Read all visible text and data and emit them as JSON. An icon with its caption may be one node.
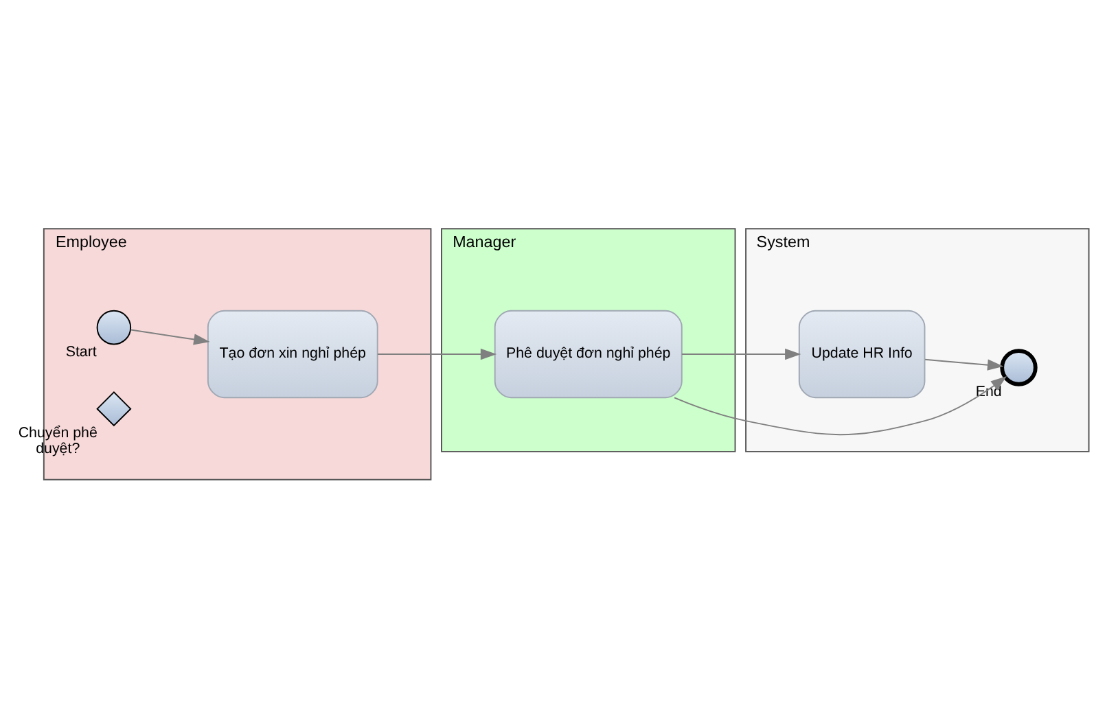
{
  "diagram": {
    "nodes": [
      {
        "text": [
          "Employee"
        ]
      },
      {
        "text": [],
        "shape": "circle",
        "in": 0,
        "beside": [
          "Start"
        ]
      },
      {
        "text": [
          "Tạo đơn xin nghỉ phép"
        ],
        "in": 0
      },
      {
        "text": [],
        "shape": "diamond",
        "in": 0,
        "beside": [
          "Chuyển phê duyệt?"
        ]
      },
      {
        "text": [
          "Manager"
        ]
      },
      {
        "text": [
          "Phê duyệt đơn nghỉ phép"
        ],
        "in": 4
      },
      {
        "text": [
          "System"
        ]
      },
      {
        "text": [
          "Update HR Info"
        ],
        "in": 6
      },
      {
        "text": [],
        "shape": "circle",
        "in": 6,
        "beside": [
          "End"
        ]
      }
    ],
    "edges": [
      {
        "from": 1,
        "to": 2,
        "arrow": "to"
      },
      {
        "from": 2,
        "to": 5,
        "arrow": "to"
      },
      {
        "from": 5,
        "to": 7,
        "arrow": "to"
      },
      {
        "from": 5,
        "to": 8,
        "arrow": "to"
      },
      {
        "from": 7,
        "to": 8,
        "arrow": "to"
      }
    ]
  }
}
